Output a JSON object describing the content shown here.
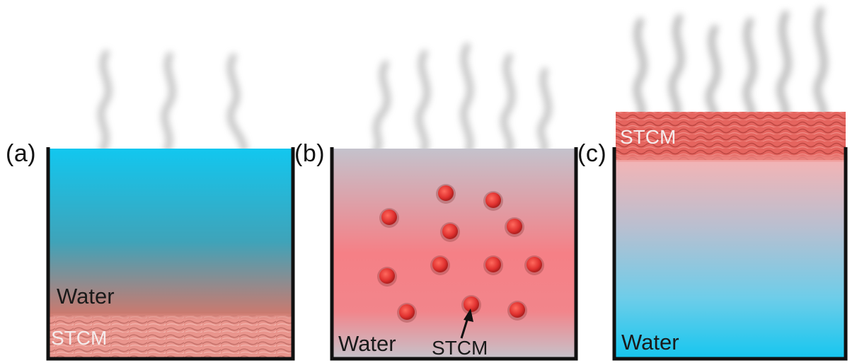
{
  "panels": {
    "a": {
      "letter": "(a)",
      "water_label": "Water",
      "material_label": "STCM",
      "colors": {
        "top": "#12c7ef",
        "mid": "#3fa3b9",
        "bottom": "#d4776a",
        "material": "#e9958d"
      }
    },
    "b": {
      "letter": "(b)",
      "water_label": "Water",
      "material_label": "STCM",
      "colors": {
        "top": "#c4c2cc",
        "mid": "#f58086",
        "bottom": "#c7c1c9",
        "particle": "#e23a3a"
      }
    },
    "c": {
      "letter": "(c)",
      "water_label": "Water",
      "material_label": "STCM",
      "colors": {
        "top": "#f7b3b3",
        "mid": "#9fc3d6",
        "bottom": "#15c6ef",
        "material": "#e5655f"
      }
    }
  },
  "icons": {
    "vapor": "steam-wisp-icon",
    "arrow": "arrow-up-icon"
  }
}
